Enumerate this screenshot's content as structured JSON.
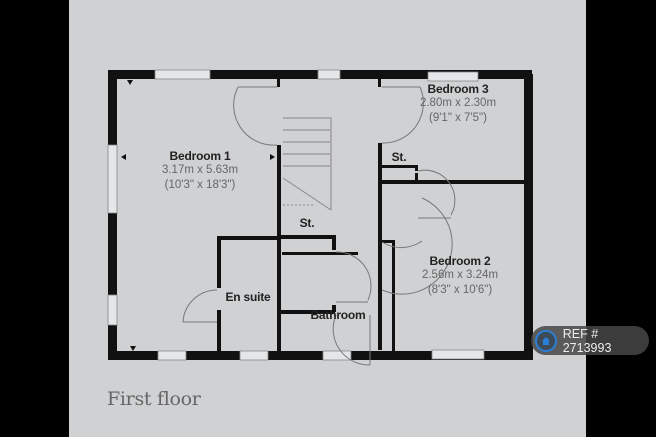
{
  "plan": {
    "caption": "First floor",
    "wall_color": "#111111",
    "paper_color": "#cfd1d3",
    "rooms": [
      {
        "name": "Bedroom 1",
        "metric": "3.17m x 5.63m",
        "imperial": "(10'3\" x 18'3\")"
      },
      {
        "name": "Bedroom 2",
        "metric": "2.56m x 3.24m",
        "imperial": "(8'3\" x 10'6\")"
      },
      {
        "name": "Bedroom 3",
        "metric": "2.80m x 2.30m",
        "imperial": "(9'1\" x 7'5\")"
      },
      {
        "name": "St."
      },
      {
        "name": "St."
      },
      {
        "name": "En suite"
      },
      {
        "name": "Bathroom"
      }
    ]
  },
  "badge": {
    "icon": "home-icon",
    "text": "REF # 2713993",
    "accent": "#2b7fd6"
  }
}
